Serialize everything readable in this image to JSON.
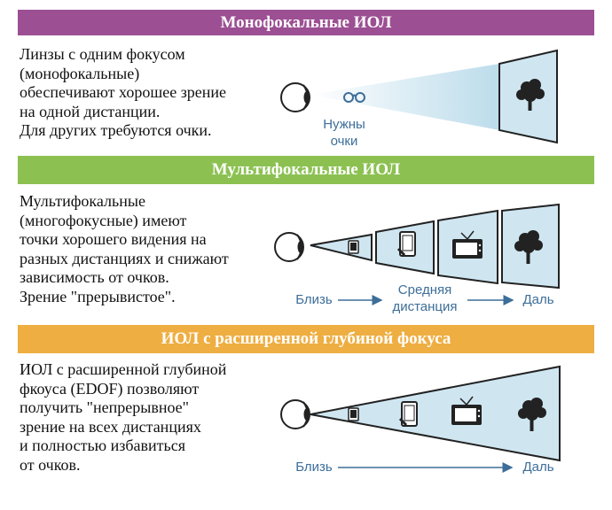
{
  "sections": [
    {
      "title": "Монофокальные ИОЛ",
      "description": "Линзы с одним фокусом\n(монофокальные)\nобеспечивают хорошее зрение\nна одной дистанции.\nДля других требуются очки.",
      "glasses_label": [
        "Нужны",
        "очки"
      ]
    },
    {
      "title": "Мультифокальные ИОЛ",
      "description": "Мультифокальные\n(многофокусные) имеют\nточки хорошего видения на\nразных дистанциях и снижают\nзависимость от очков.\nЗрение \"прерывистое\".",
      "near_label": "Близь",
      "mid_label": [
        "Средняя",
        "дистанция"
      ],
      "far_label": "Даль"
    },
    {
      "title": "ИОЛ с расширенной глубиной фокуса",
      "description": "ИОЛ с расширенной глубиной\nфкоуса (EDOF) позволяют\nполучить \"непрерывное\"\nзрение на всех дистанциях\nи полностью избавиться\nот очков.",
      "near_label": "Близь",
      "far_label": "Даль"
    }
  ],
  "colors": {
    "mono": "#9c4f93",
    "multi": "#8cc152",
    "edof": "#eeae41",
    "label": "#3d6e99",
    "panel_fill": "#cfe6f1",
    "outline": "#222222"
  },
  "icons": [
    "eye-icon",
    "glasses-icon",
    "phone-icon",
    "tablet-icon",
    "tv-icon",
    "tree-icon"
  ]
}
